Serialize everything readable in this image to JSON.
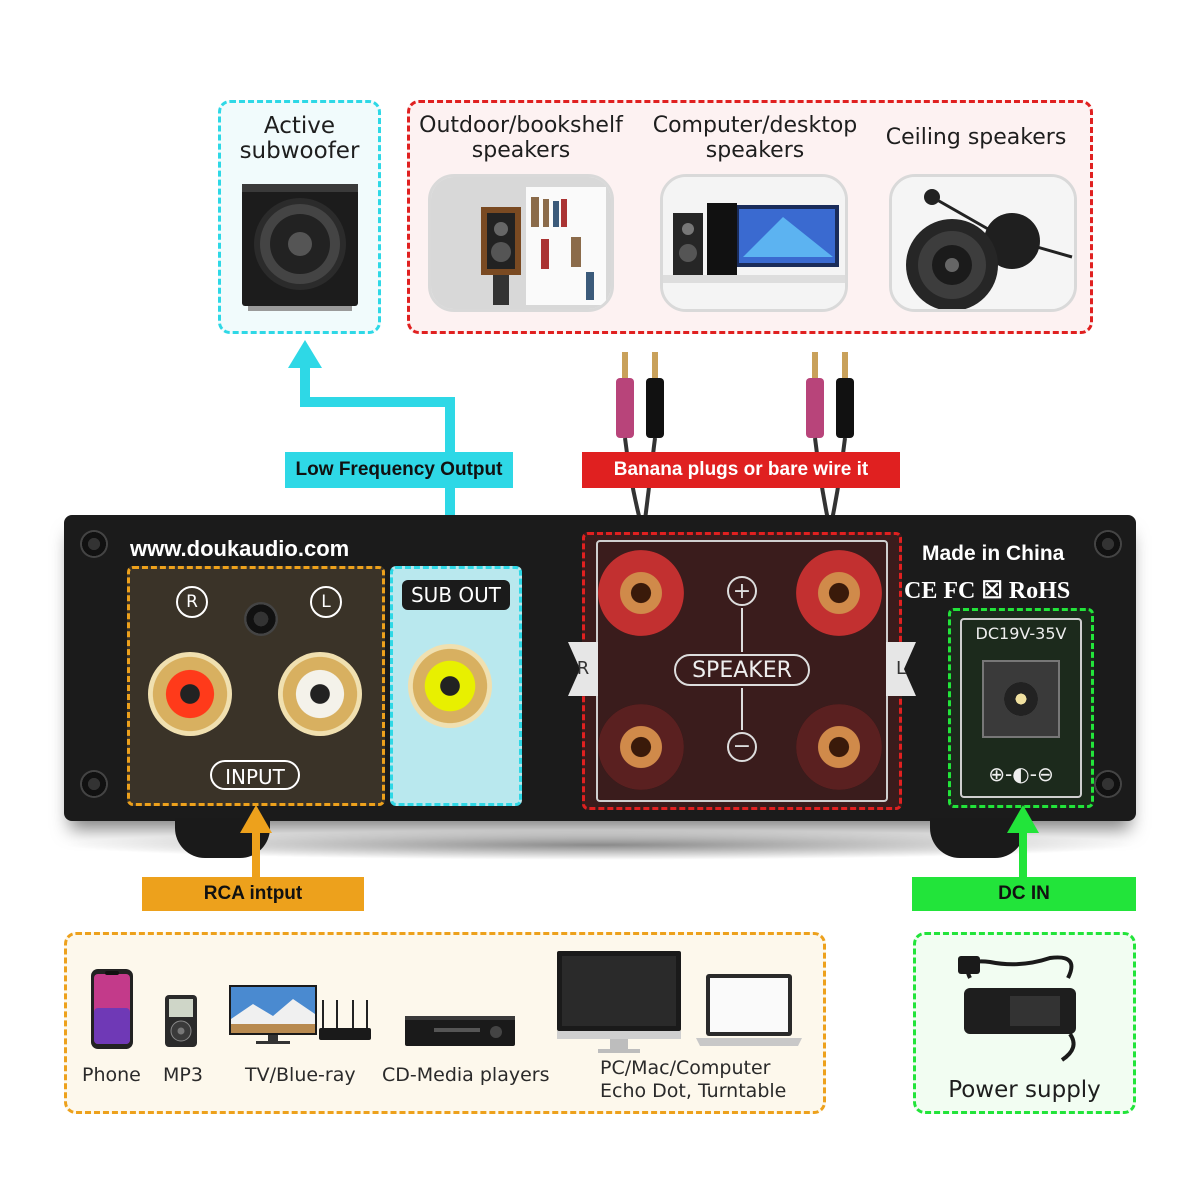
{
  "top": {
    "subwoofer_title_1": "Active",
    "subwoofer_title_2": "subwoofer",
    "speaker_types": [
      {
        "line1": "Outdoor/bookshelf",
        "line2": "speakers"
      },
      {
        "line1": "Computer/desktop",
        "line2": "speakers"
      },
      {
        "line1": "Ceiling speakers",
        "line2": ""
      }
    ]
  },
  "labels": {
    "low_freq": "Low Frequency Output",
    "banana": "Banana plugs or bare wire it",
    "rca": "RCA intput",
    "dc_in": "DC IN"
  },
  "panel": {
    "website": "www.doukaudio.com",
    "made_in": "Made in China",
    "certs": "CE FC ☒ RoHS",
    "input_label": "INPUT",
    "r_mark": "R",
    "l_mark": "L",
    "sub_out": "SUB OUT",
    "speaker": "SPEAKER",
    "plus": "+",
    "minus": "−",
    "spk_r": "R",
    "spk_l": "L",
    "dc_rating": "DC19V-35V",
    "polarity": "⊕-◐-⊖"
  },
  "sources": {
    "items": [
      {
        "label": "Phone"
      },
      {
        "label": "MP3"
      },
      {
        "label": "TV/Blue-ray"
      },
      {
        "label": "CD-Media players"
      }
    ],
    "pc_line1": "PC/Mac/Computer",
    "pc_line2": "Echo Dot, Turntable"
  },
  "power": {
    "label": "Power supply"
  },
  "colors": {
    "cyan": "#2ed8e6",
    "red": "#e02020",
    "orange": "#eda11c",
    "green": "#22e43a",
    "panel": "#1b1b1b"
  }
}
